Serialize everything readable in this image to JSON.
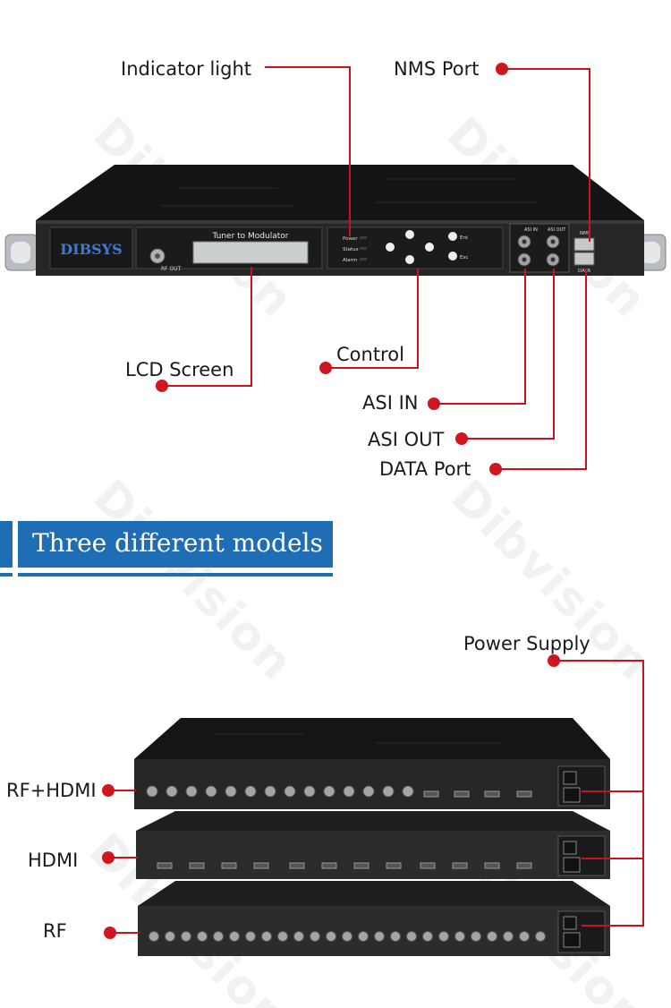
{
  "front_panel": {
    "brand": "DIBSYS",
    "screen_title": "Tuner to Modulator",
    "rf_out_label": "RF OUT",
    "leds": [
      "Power",
      "Status",
      "Alarm"
    ],
    "buttons": [
      "Ent",
      "Esc"
    ],
    "port_labels": {
      "asi_in": "ASI IN",
      "asi_out": "ASI OUT",
      "nms": "NMS",
      "data": "DATA"
    }
  },
  "callouts": {
    "indicator_light": "Indicator light",
    "nms_port": "NMS Port",
    "lcd_screen": "LCD Screen",
    "control": "Control",
    "asi_in": "ASI IN",
    "asi_out": "ASI OUT",
    "data_port": "DATA Port"
  },
  "banner": {
    "title": "Three different models"
  },
  "models": {
    "power_supply": "Power Supply",
    "rf_hdmi": "RF+HDMI",
    "hdmi": "HDMI",
    "rf": "RF"
  },
  "watermark": "Dibvision",
  "colors": {
    "accent_red": "#d0161e",
    "banner_blue": "#1f6db5",
    "device_dark": "#1c1c1c"
  }
}
